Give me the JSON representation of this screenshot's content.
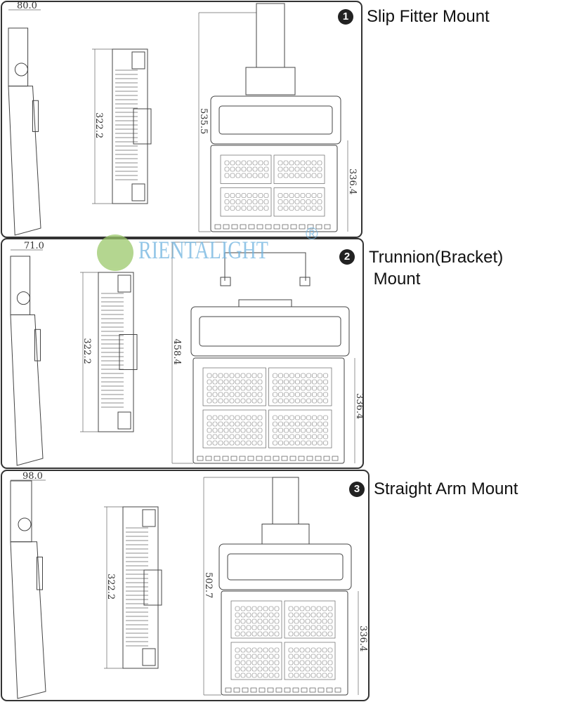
{
  "logo": {
    "text": "RIENTALIGHT",
    "mark": "®"
  },
  "panels": [
    {
      "number": "1",
      "title": "Slip Fitter Mount",
      "side_width": "80.0",
      "heatsink_length": "322.2",
      "total_height": "535.5",
      "lamp_height": "336.4"
    },
    {
      "number": "2",
      "title": "Trunnion(Bracket)",
      "title_line2": " Mount",
      "side_width": "71.0",
      "heatsink_length": "322.2",
      "total_height": "458.4",
      "lamp_height": "336.4"
    },
    {
      "number": "3",
      "title": "Straight Arm Mount",
      "side_width": "98.0",
      "heatsink_length": "322.2",
      "total_height": "502.7",
      "lamp_height": "336.4"
    }
  ]
}
